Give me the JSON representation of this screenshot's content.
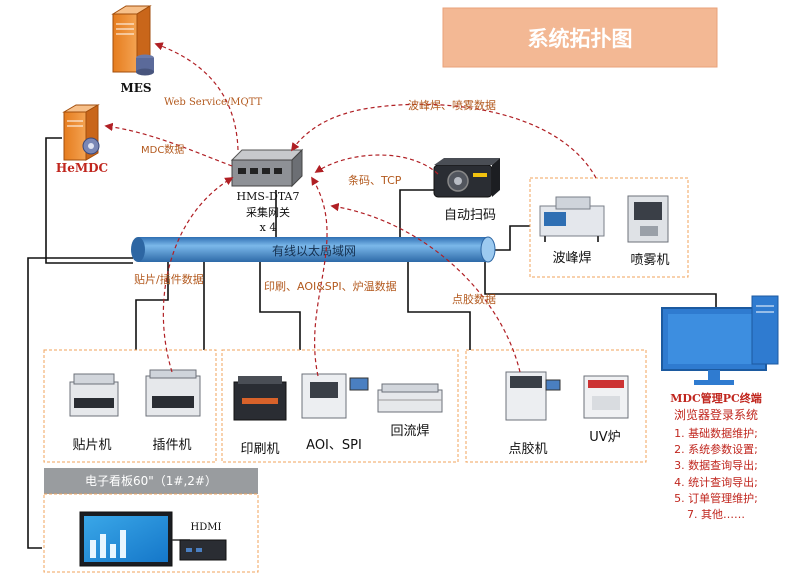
{
  "title": "系统拓扑图",
  "colors": {
    "title_bg": "#f3b894",
    "network_blue": "#4f97d6",
    "arrow_red": "#b01f24",
    "flow_text": "#b35a1f",
    "frame_orange": "#f0a35b",
    "line_black": "#111111"
  },
  "servers": {
    "mes": "MES",
    "hemdc": "HeMDC"
  },
  "gateway": {
    "model": "HMS-DTA7",
    "name": "采集网关",
    "qty": "x 4"
  },
  "network": {
    "label": "有线以太局域网"
  },
  "flows": {
    "web_service": "Web Service/MQTT",
    "mdc_data": "MDC数据",
    "wave_spray": "波峰焊、喷雾数据",
    "barcode_tcp": "条码、TCP",
    "smt_insert": "贴片/插件数据",
    "print_aoi_oven": "印刷、AOI&SPI、炉温数据",
    "dispense": "点胶数据"
  },
  "scanner": {
    "label": "自动扫码"
  },
  "equipment": {
    "wave_solder": "波峰焊",
    "spray": "喷雾机",
    "mounter": "贴片机",
    "inserter": "插件机",
    "printer": "印刷机",
    "aoi_spi": "AOI、SPI",
    "reflow": "回流焊",
    "dispenser": "点胶机",
    "uv_oven": "UV炉"
  },
  "board": {
    "title": "电子看板60\"（1#,2#）",
    "hdmi": "HDMI"
  },
  "terminal": {
    "title": "MDC管理PC终端",
    "subtitle": "浏览器登录系统",
    "items": [
      "1. 基础数据维护;",
      "2. 系统参数设置;",
      "3. 数据查询导出;",
      "4. 统计查询导出;",
      "5. 订单管理维护;",
      "7. 其他……"
    ]
  }
}
